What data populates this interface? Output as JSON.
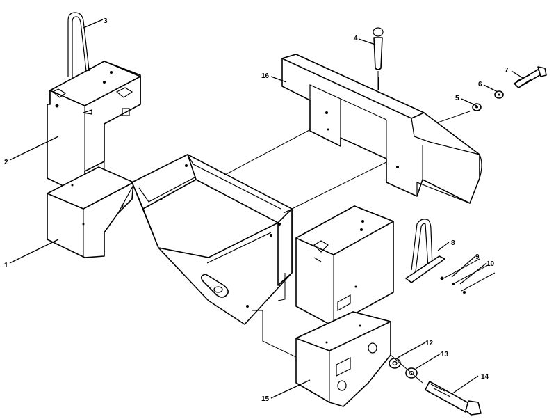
{
  "callouts": {
    "c1": "1",
    "c2": "2",
    "c3": "3",
    "c4": "4",
    "c5": "5",
    "c6": "6",
    "c7": "7",
    "c8": "8",
    "c9": "9",
    "c10": "10",
    "c12": "12",
    "c13": "13",
    "c14": "14",
    "c15": "15",
    "c16": "16"
  }
}
